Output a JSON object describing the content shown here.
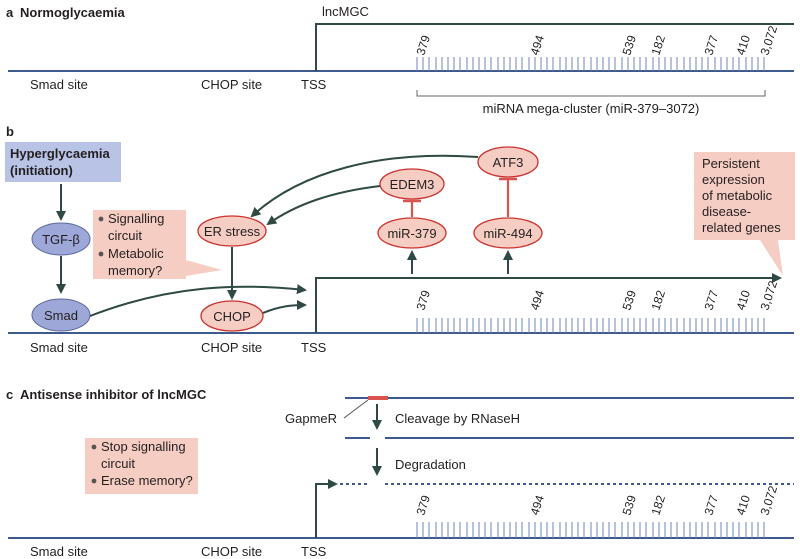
{
  "colors": {
    "dna_line": "#3f5a8c",
    "tick": "#6f86b8",
    "arrow": "#2f4a44",
    "pink_fill": "#f6cdc3",
    "pink_stroke": "#c9332f",
    "inhibit": "#d9534f",
    "blue_box": "#b9c3e6",
    "blue_ellipse": "#9ea8d8"
  },
  "panel_a": {
    "letter": "a",
    "title": "Normoglycaemia",
    "gene_label": "lncMGC",
    "smad_site": "Smad site",
    "chop_site": "CHOP site",
    "tss": "TSS",
    "mirna_numbers": [
      "379",
      "494",
      "539",
      "182",
      "377",
      "410",
      "3,072"
    ],
    "cluster_label": "miRNA mega-cluster (miR-379–3072)"
  },
  "panel_b": {
    "letter": "b",
    "hyperglycaemia_line1": "Hyperglycaemia",
    "hyperglycaemia_line2": "(initiation)",
    "tgfb": "TGF-β",
    "smad": "Smad",
    "er_stress": "ER stress",
    "chop": "CHOP",
    "edem3": "EDEM3",
    "atf3": "ATF3",
    "mir379": "miR-379",
    "mir494": "miR-494",
    "callout_items": [
      "Signalling",
      "circuit",
      "Metabolic",
      "memory?"
    ],
    "persistent_lines": [
      "Persistent",
      "expression",
      "of metabolic",
      "disease-",
      "related genes"
    ],
    "smad_site": "Smad site",
    "chop_site": "CHOP site",
    "tss": "TSS",
    "mirna_numbers": [
      "379",
      "494",
      "539",
      "182",
      "377",
      "410",
      "3,072"
    ]
  },
  "panel_c": {
    "letter": "c",
    "title": "Antisense inhibitor of lncMGC",
    "gapmer": "GapmeR",
    "cleavage": "Cleavage by RNaseH",
    "degradation": "Degradation",
    "callout_items": [
      "Stop signalling",
      "circuit",
      "Erase memory?"
    ],
    "smad_site": "Smad site",
    "chop_site": "CHOP site",
    "tss": "TSS",
    "mirna_numbers": [
      "379",
      "494",
      "539",
      "182",
      "377",
      "410",
      "3,072"
    ]
  }
}
